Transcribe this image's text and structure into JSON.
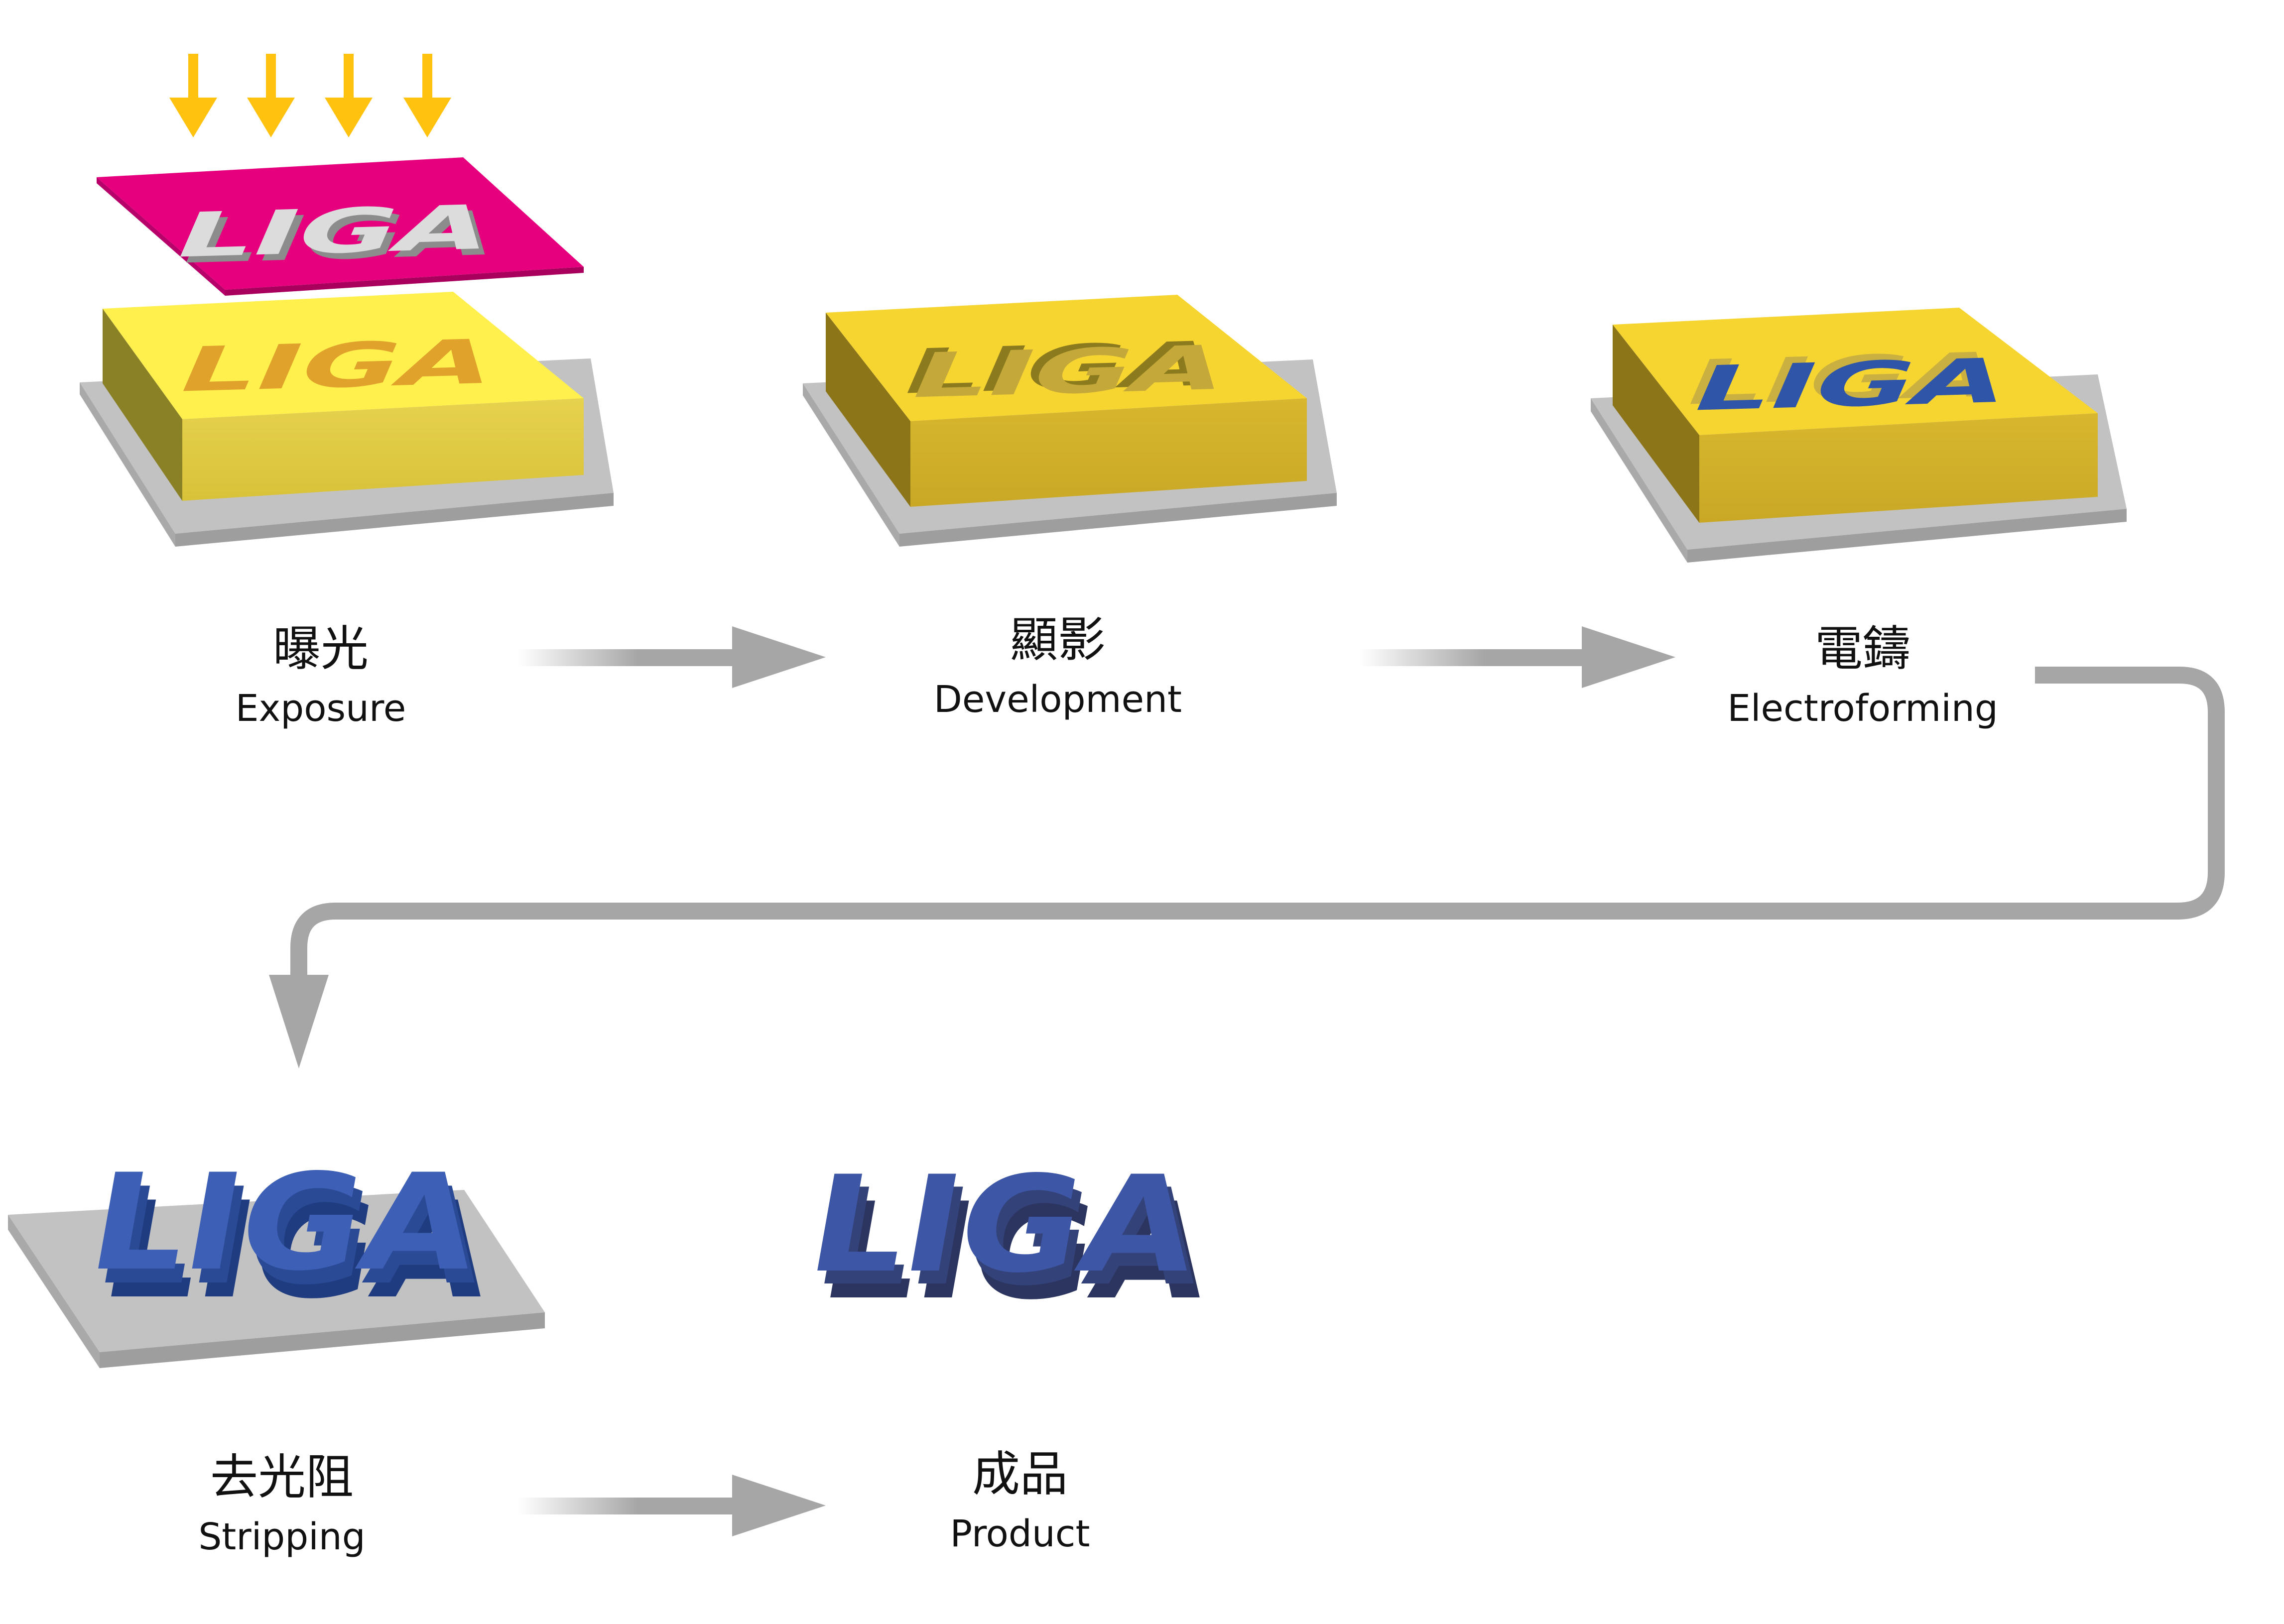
{
  "logo_text": "LIGA",
  "steps": [
    {
      "zh": "曝光",
      "en": "Exposure"
    },
    {
      "zh": "顯影",
      "en": "Development"
    },
    {
      "zh": "電鑄",
      "en": "Electroforming"
    },
    {
      "zh": "去光阻",
      "en": "Stripping"
    },
    {
      "zh": "成品",
      "en": "Product"
    }
  ],
  "colors": {
    "light_arrows": "#FFC20E",
    "mask": "#E6007E",
    "resist": "#F7D531",
    "substrate": "#BBBBBB",
    "metal": "#2E4F9E",
    "flow_arrow": "#A6A6A6"
  }
}
